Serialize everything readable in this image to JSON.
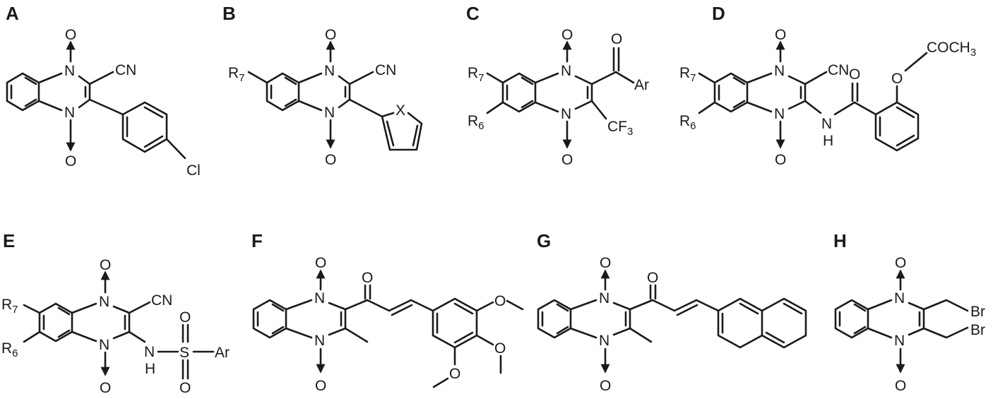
{
  "panels": [
    {
      "id": "A",
      "label": "A"
    },
    {
      "id": "B",
      "label": "B"
    },
    {
      "id": "C",
      "label": "C"
    },
    {
      "id": "D",
      "label": "D"
    },
    {
      "id": "E",
      "label": "E"
    },
    {
      "id": "F",
      "label": "F"
    },
    {
      "id": "G",
      "label": "G"
    },
    {
      "id": "H",
      "label": "H"
    }
  ],
  "atoms": {
    "O": "O",
    "N": "N",
    "H": "H",
    "S": "S",
    "CN": "CN",
    "Cl": "Cl",
    "Br": "Br",
    "Ar": "Ar",
    "X": "X",
    "R": "R",
    "R7_sub": "7",
    "R6_sub": "6",
    "CF": "CF",
    "F3_sub": "3",
    "NH": "NH",
    "COCH": "COCH",
    "CH3_sub": "3"
  }
}
